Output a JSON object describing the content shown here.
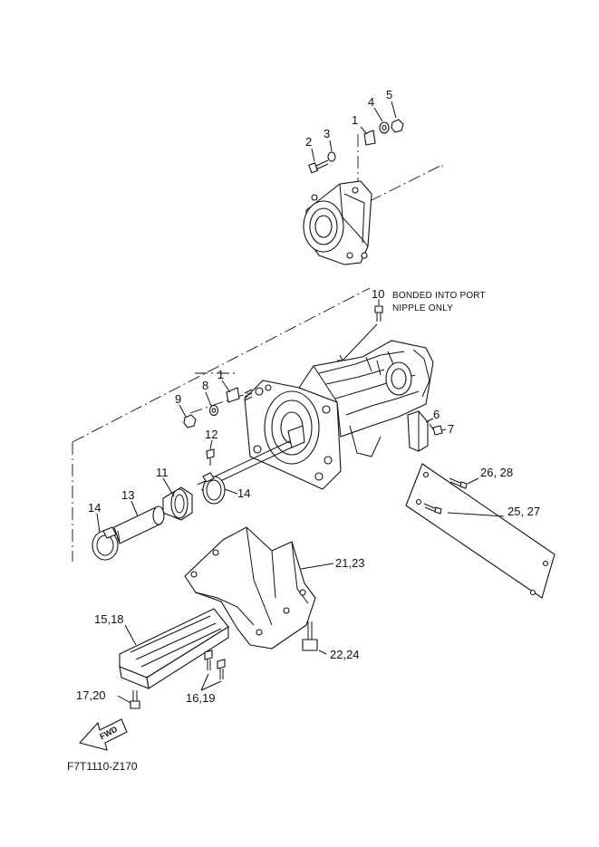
{
  "diagram": {
    "note_line1": "BONDED INTO PORT",
    "note_line2": "NIPPLE ONLY",
    "fwd_label": "FWD",
    "diagram_code": "F7T1110-Z170",
    "callouts": {
      "c1_top": "1",
      "c2": "2",
      "c3": "3",
      "c4": "4",
      "c5": "5",
      "c10": "10",
      "c1_mid": "1",
      "c8": "8",
      "c9": "9",
      "c6": "6",
      "c7": "7",
      "c12": "12",
      "c11": "11",
      "c13": "13",
      "c14_left": "14",
      "c14_right": "14",
      "c26_28": "26, 28",
      "c25_27": "25, 27",
      "c21_23": "21,23",
      "c15_18": "15,18",
      "c22_24": "22,24",
      "c16_19": "16,19",
      "c17_20": "17,20"
    }
  }
}
